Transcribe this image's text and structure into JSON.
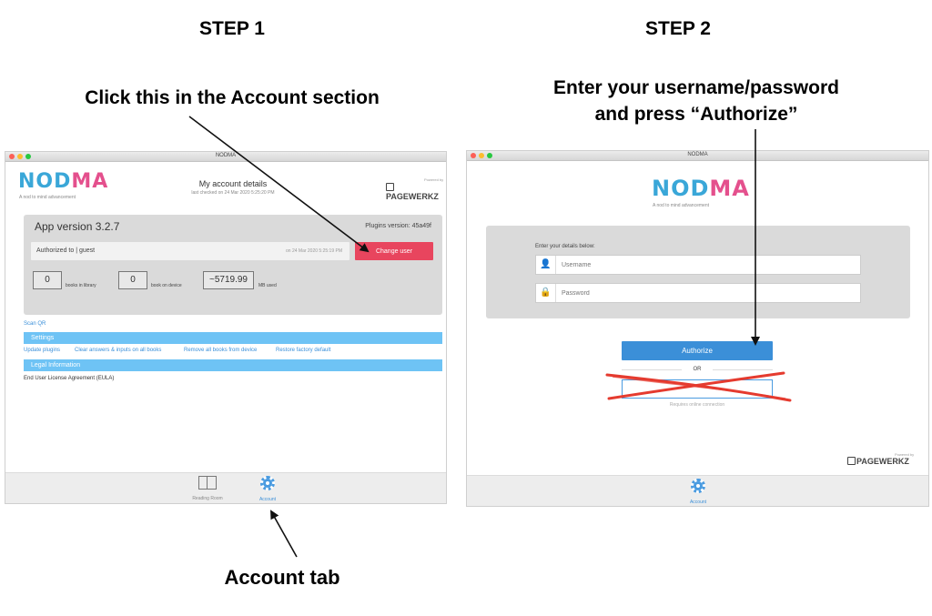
{
  "headings": {
    "step1": "STEP 1",
    "step2": "STEP 2",
    "note1": "Click this in the Account section",
    "note2_line1": "Enter your username/password",
    "note2_line2": "and press “Authorize”",
    "note3": "Account tab"
  },
  "window1": {
    "title": "NODMA",
    "logo_part1": "NOD",
    "logo_part2": "MA",
    "tagline": "A nod to mind advancement",
    "powered_by": "Powered by",
    "pagewerkz": "PAGEWERKZ",
    "account_title": "My account details",
    "last_checked": "last checked on 24 Mar 2020 5:25:20 PM",
    "app_version": "App version  3.2.7",
    "plugins_version": "Plugins version: 45a49f",
    "authorized_to": "Authorized to | guest",
    "auth_date": "on 24 Mar 2020 5:25:19 PM",
    "change_user": "Change user",
    "books_library_count": "0",
    "books_library_label": "books in library",
    "books_device_count": "0",
    "books_device_label": "book on device",
    "mb_used_count": "~5719.99",
    "mb_used_label": "MB used",
    "scan_qr": "Scan QR",
    "settings_header": "Settings",
    "settings_links": {
      "update_plugins": "Update plugins",
      "clear_answers": "Clear answers & inputs on all books",
      "remove_books": "Remove all books from device",
      "restore_factory": "Restore factory default"
    },
    "legal_header": "Legal Information",
    "eula": "End User License Agreement (EULA)",
    "tabs": {
      "reading_room": "Reading Room",
      "account": "Account"
    }
  },
  "window2": {
    "title": "NODMA",
    "logo_part1": "NOD",
    "logo_part2": "MA",
    "tagline": "A nod to mind advancement",
    "details_label": "Enter your details below:",
    "username_placeholder": "Username",
    "password_placeholder": "Password",
    "authorize": "Authorize",
    "or": "OR",
    "requires_online": "Requires online connection",
    "powered_by": "Powered by",
    "pagewerkz": "PAGEWERKZ",
    "tab_account": "Account"
  },
  "colors": {
    "accent_blue": "#3b8fd8",
    "section_blue": "#6ec3f5",
    "change_user_red": "#e8455e",
    "cross_red": "#e53b2f"
  }
}
